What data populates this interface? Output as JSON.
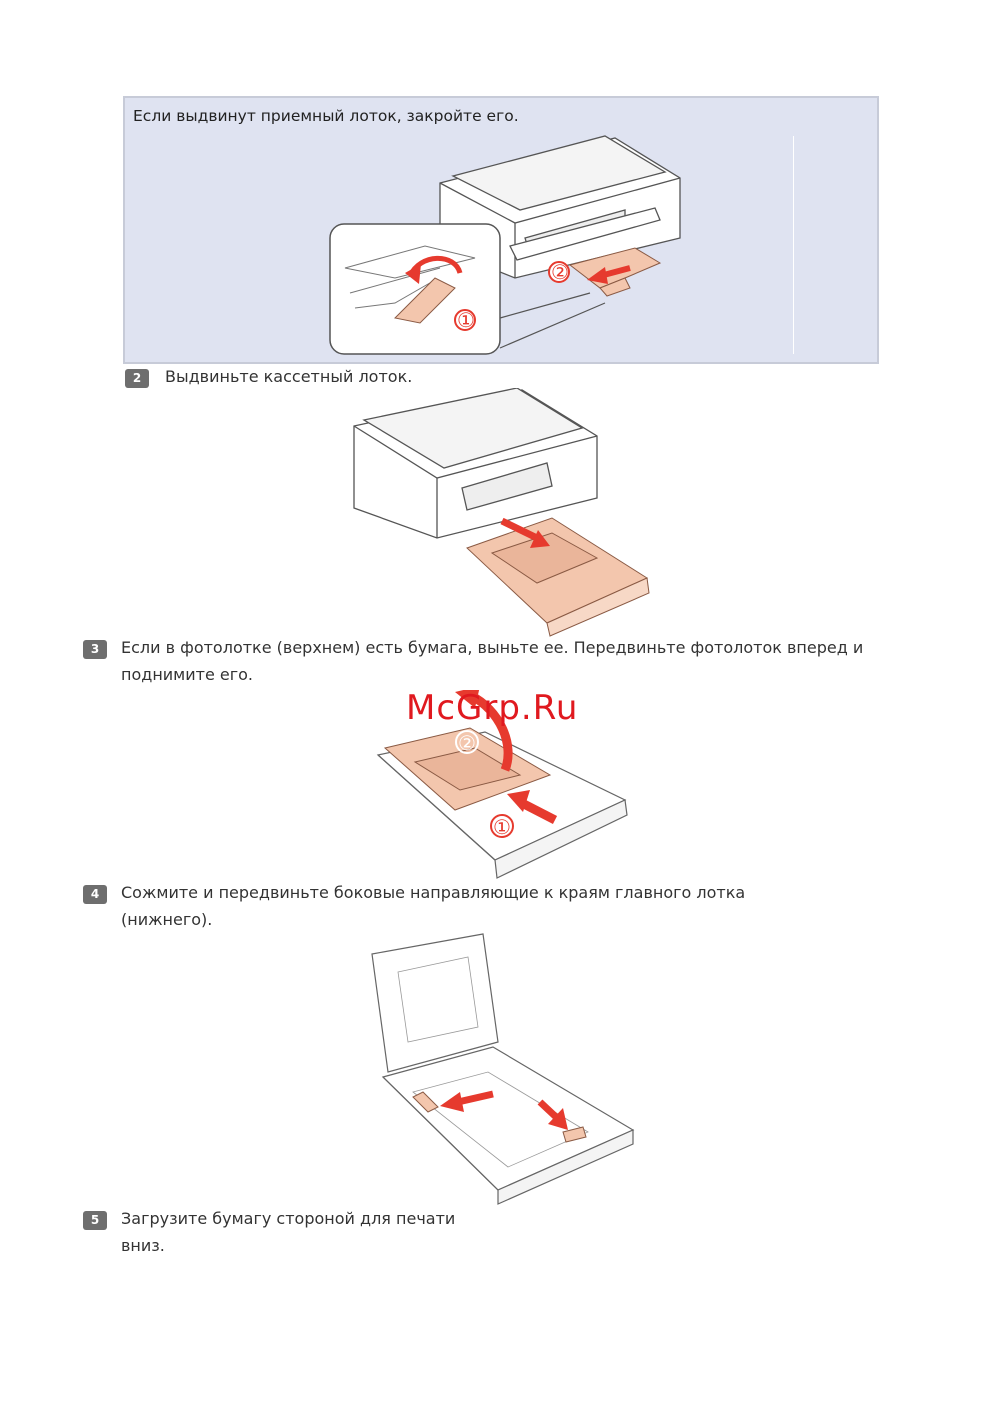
{
  "note": {
    "text": "Если выдвинут приемный лоток, закройте его."
  },
  "steps": [
    {
      "num": "2",
      "line1": "Выдвиньте кассетный лоток.",
      "line2": ""
    },
    {
      "num": "3",
      "line1": "Если в фотолотке (верхнем) есть бумага, выньте ее. Передвиньте фотолоток вперед и",
      "line2": "поднимите его."
    },
    {
      "num": "4",
      "line1": "Сожмите и передвиньте боковые направляющие к краям главного лотка",
      "line2": "(нижнего)."
    },
    {
      "num": "5",
      "line1": "Загрузите бумагу стороной для печати",
      "line2": "вниз."
    }
  ],
  "figures": {
    "fig1": {
      "callout_1": "①",
      "callout_2": "②"
    },
    "fig3": {
      "callout_1": "①",
      "callout_2": "②"
    }
  },
  "watermark": "McGrp.Ru",
  "colors": {
    "accent_arrow": "#e63a2e",
    "tray": "#f3c6ad",
    "step_badge": "#6e6e6e",
    "note_bg": "#dfe3f1"
  }
}
